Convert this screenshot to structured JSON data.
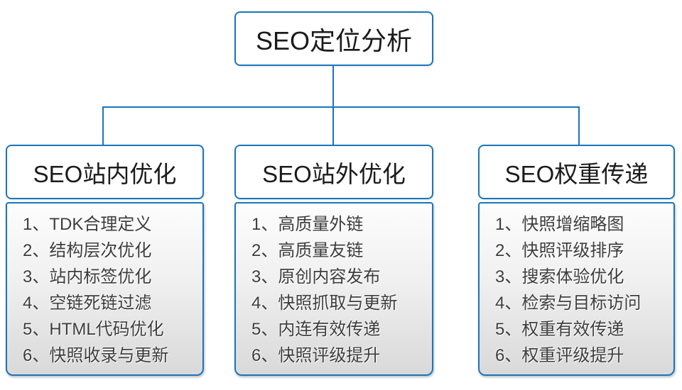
{
  "root": {
    "title": "SEO定位分析"
  },
  "columns": [
    {
      "title": "SEO站内优化",
      "items": [
        "1、TDK合理定义",
        "2、结构层次优化",
        "3、站内标签优化",
        "4、空链死链过滤",
        "5、HTML代码优化",
        "6、快照收录与更新"
      ]
    },
    {
      "title": "SEO站外优化",
      "items": [
        "1、高质量外链",
        "2、高质量友链",
        "3、原创内容发布",
        "4、快照抓取与更新",
        "5、内连有效传递",
        "6、快照评级提升"
      ]
    },
    {
      "title": "SEO权重传递",
      "items": [
        "1、快照增缩略图",
        "2、快照评级排序",
        "3、搜索体验优化",
        "4、检索与目标访问",
        "5、权重有效传递",
        "6、权重评级提升"
      ]
    }
  ],
  "colors": {
    "accent_blue": "#1a75bc",
    "panel_gradient_top": "#fdfdfd",
    "panel_gradient_bottom": "#d9d9d9",
    "title_text": "#1b1b1b",
    "list_text": "#3d3d3d"
  }
}
